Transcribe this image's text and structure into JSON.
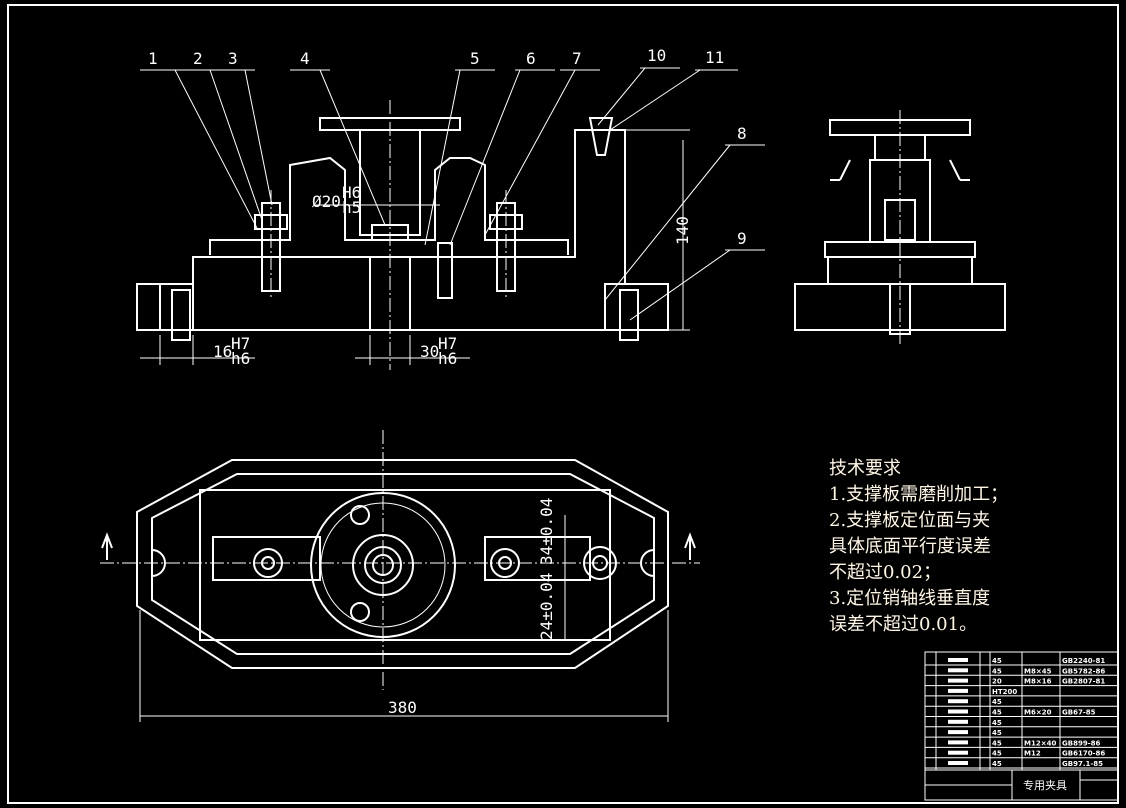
{
  "balloons": [
    "1",
    "2",
    "3",
    "4",
    "5",
    "6",
    "7",
    "8",
    "9",
    "10",
    "11"
  ],
  "dimensions": {
    "bore": "Ø20",
    "bore_fit_upper": "H6",
    "bore_fit_lower": "h5",
    "pin_left": "16",
    "pin_left_upper": "H7",
    "pin_left_lower": "h6",
    "pin_center": "30",
    "pin_center_upper": "H7",
    "pin_center_lower": "h6",
    "height": "140",
    "length": "380",
    "upper_offset": "34±0.04",
    "lower_offset": "24±0.04"
  },
  "requirements": {
    "title": "技术要求",
    "lines": [
      "1.支撑板需磨削加工；",
      "2.支撑板定位面与夹",
      "具体底面平行度误差",
      "不超过0.02；",
      "3.定位销轴线垂直度",
      "误差不超过0.01。"
    ]
  },
  "parts_table": [
    {
      "material": "45",
      "spec": "",
      "standard": "GB2240-81"
    },
    {
      "material": "45",
      "spec": "M8×45",
      "standard": "GB5782-86"
    },
    {
      "material": "20",
      "spec": "M8×16",
      "standard": "GB2807-81"
    },
    {
      "material": "HT200",
      "spec": "",
      "standard": ""
    },
    {
      "material": "45",
      "spec": "",
      "standard": ""
    },
    {
      "material": "45",
      "spec": "M6×20",
      "standard": "GB67-85"
    },
    {
      "material": "45",
      "spec": "",
      "standard": ""
    },
    {
      "material": "45",
      "spec": "",
      "standard": ""
    },
    {
      "material": "45",
      "spec": "M12×40",
      "standard": "GB899-86"
    },
    {
      "material": "45",
      "spec": "M12",
      "standard": "GB6170-86"
    },
    {
      "material": "45",
      "spec": "",
      "standard": "GB97.1-85"
    }
  ],
  "title_block": {
    "name": "专用夹具"
  },
  "colors": {
    "background": "#000000",
    "lines": "#ffffff",
    "text": "#fff6e6"
  }
}
